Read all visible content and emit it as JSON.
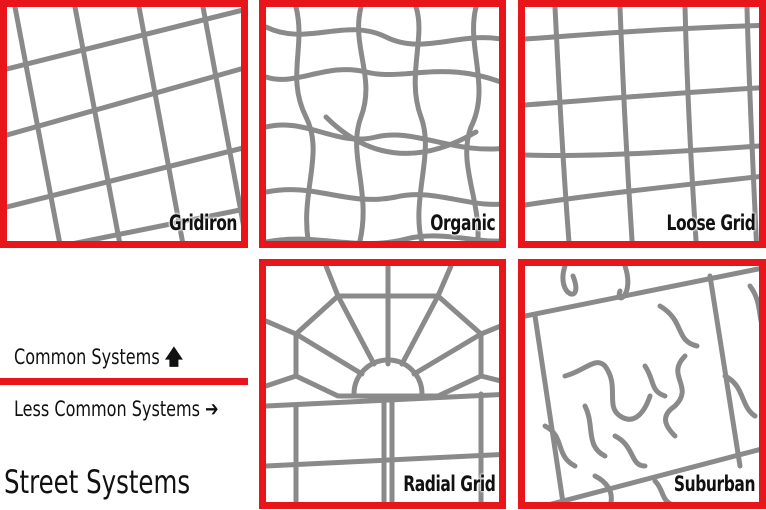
{
  "panels": {
    "gridiron": {
      "label": "Gridiron"
    },
    "organic": {
      "label": "Organic"
    },
    "loose_grid": {
      "label": "Loose Grid"
    },
    "radial_grid": {
      "label": "Radial Grid"
    },
    "suburban": {
      "label": "Suburban"
    }
  },
  "legend": {
    "common": "Common Systems",
    "common_arrow": "🡅",
    "less_common": "Less Common Systems",
    "less_common_arrow": "➔"
  },
  "title": "Street Systems",
  "colors": {
    "frame": "#e8161b",
    "road": "#8a8a8a",
    "text": "#111111"
  }
}
